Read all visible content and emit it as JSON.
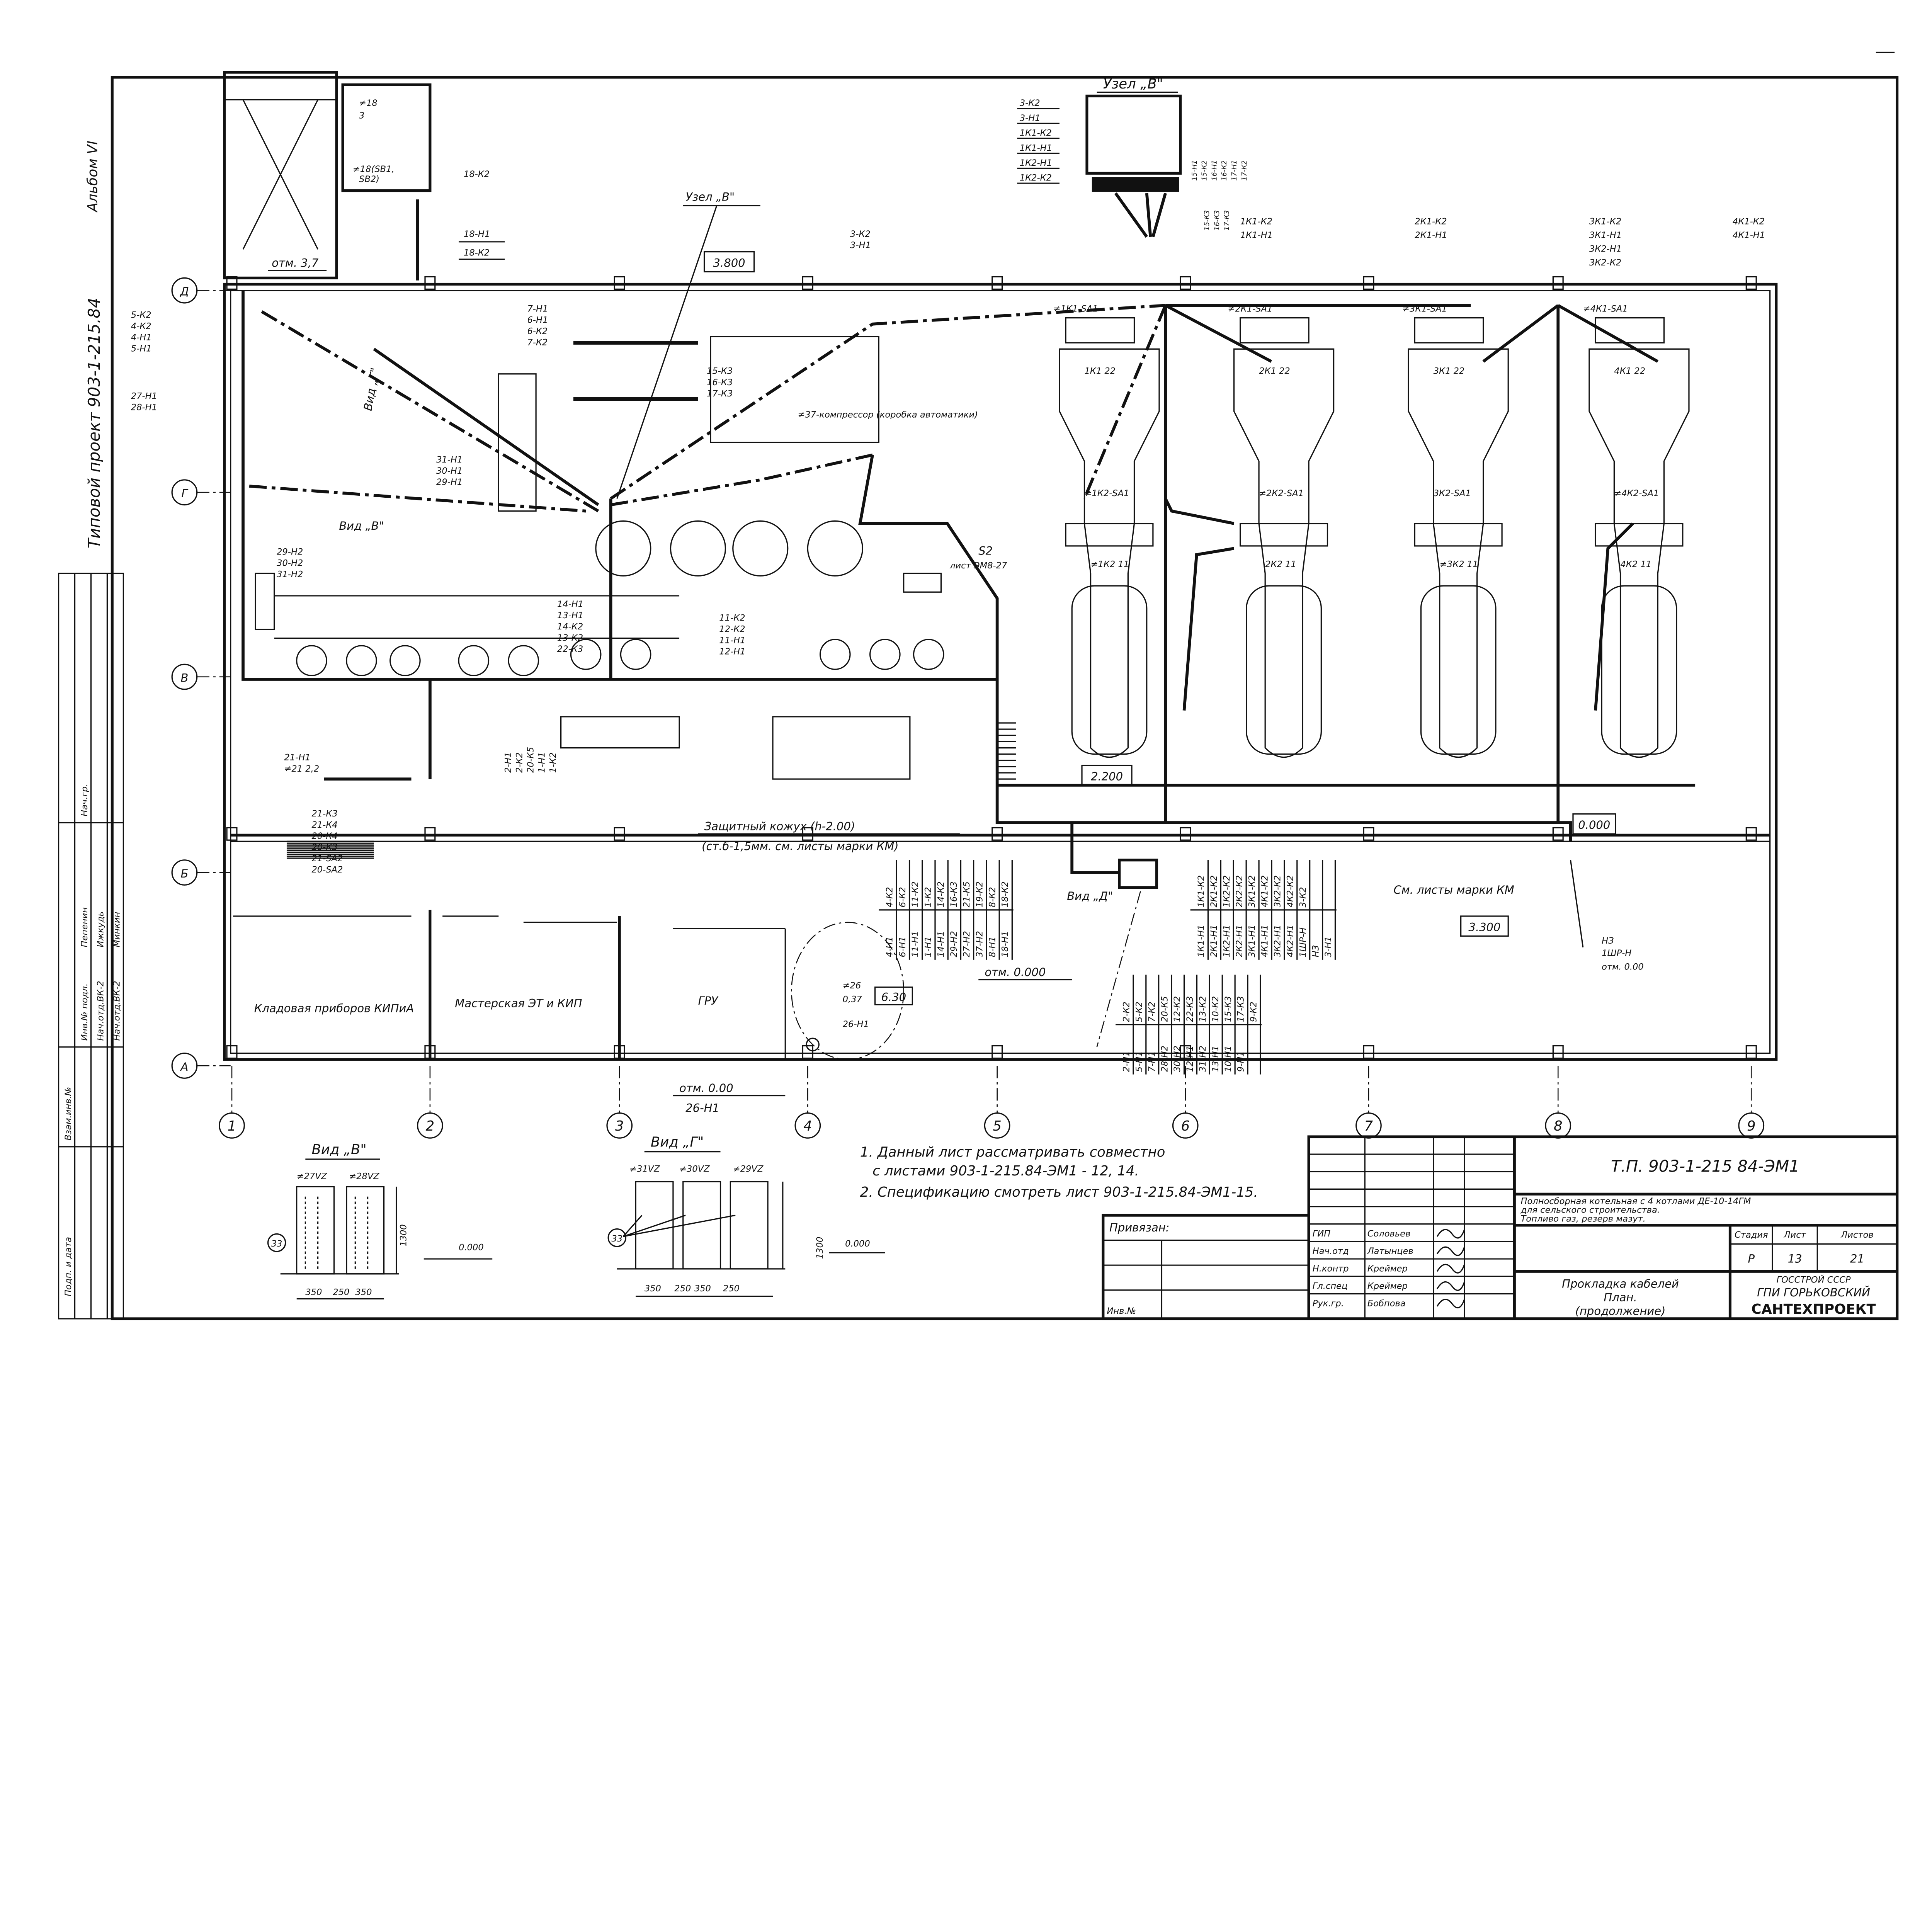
{
  "sheet": {
    "album": "Альбом VI",
    "project": "Типовой проект 903-1-215.84",
    "node_v_title": "Узел „В\"",
    "node_v_title_2": "Узел „В\"",
    "elevation_3700": "отм. 3,7",
    "elevation_3800": "3.800",
    "elevation_2200": "2.200",
    "elevation_0000_box": "0.000",
    "elevation_3300": "3.300",
    "elevation_630": "6.30",
    "elev_zero_1": "отм. 0.000",
    "elev_zero_2": "отм. 0.00",
    "elev_zero_3": "отм. 0.00",
    "protective_casing": "Защитный кожух (h-2.00)",
    "protective_casing_note": "(ст.б-1,5мм. см. листы марки КМ)",
    "see_km": "См. листы марки КМ",
    "view_d": "Вид „Д\"",
    "view_v_plan": "Вид „В\"",
    "view_g_plan": "Вид „Г\"",
    "s2_label": "S2",
    "s2_sheet": "лист ЭМ8-27",
    "compressor": "≠37-компрессор (коробка автоматики)",
    "nz": [
      "НЗ",
      "1ШР-Н",
      "отм. 0.00"
    ],
    "cable_26": [
      "≠26",
      "0,37",
      "26-Н1"
    ],
    "cable_26_bottom": "26-Н1"
  },
  "rooms": [
    {
      "name": "Кладовая приборов КИПиА"
    },
    {
      "name": "Мастерская ЭТ и КИП"
    },
    {
      "name": "ГРУ"
    }
  ],
  "axes": {
    "columns": [
      "1",
      "2",
      "3",
      "4",
      "5",
      "6",
      "7",
      "8",
      "9"
    ],
    "rows": [
      "Д",
      "Г",
      "В",
      "Б",
      "А"
    ]
  },
  "boilers": [
    {
      "id": "1К1",
      "sa_top": "≠1К1-SA1",
      "sa_bottom": "≠1К2-SA1",
      "motor_top": "1К1 22",
      "motor_bottom": "≠1К2 11",
      "cables": [
        "1К1-К2",
        "1К1-Н1"
      ]
    },
    {
      "id": "2К1",
      "sa_top": "≠2К1-SA1",
      "sa_bottom": "≠2К2-SA1",
      "motor_top": "2К1 22",
      "motor_bottom": "2К2 11",
      "cables": [
        "2К1-К2",
        "2К1-Н1"
      ]
    },
    {
      "id": "3К1",
      "sa_top": "≠3К1-SA1",
      "sa_bottom": "3К2-SA1",
      "motor_top": "3К1 22",
      "motor_bottom": "≠3К2 11",
      "cables": [
        "3К1-К2",
        "3К1-Н1",
        "3К2-Н1",
        "3К2-К2"
      ]
    },
    {
      "id": "4К1",
      "sa_top": "≠4К1-SA1",
      "sa_bottom": "≠4К2-SA1",
      "motor_top": "4К1 22",
      "motor_bottom": "4К2 11",
      "cables": [
        "4К1-К2",
        "4К1-Н1"
      ]
    }
  ],
  "cable_groups": {
    "top_left": [
      "5-К2",
      "4-К2",
      "4-Н1",
      "5-Н1"
    ],
    "d_group": [
      "7-Н1",
      "6-Н1",
      "6-К2",
      "7-К2"
    ],
    "g_left": [
      "27-Н1",
      "28-Н1"
    ],
    "row18": [
      "18-Н1",
      "18-К2"
    ],
    "node_v_left": [
      "3-К2",
      "3-Н1",
      "1К1-К2",
      "1К1-Н1",
      "1К2-Н1",
      "1К2-К2"
    ],
    "node_v_right": [
      "15-Н1",
      "15-К2",
      "16-Н1",
      "16-К2",
      "17-Н1",
      "17-К2"
    ],
    "node_v_k3": [
      "15-К3",
      "16-К3",
      "17-К3"
    ],
    "sa3": [
      "3-К2",
      "3-Н1"
    ],
    "k3_group": [
      "15-К3",
      "16-К3",
      "17-К3"
    ],
    "center_group": [
      "11-К2",
      "12-К2",
      "11-Н1",
      "12-Н1"
    ],
    "mid_group": [
      "14-Н1",
      "13-Н1",
      "14-К2",
      "13-К2",
      "22-К3"
    ],
    "left_mid": [
      "31-Н1",
      "30-Н1",
      "29-Н1"
    ],
    "h2_group": [
      "29-Н2",
      "30-Н2",
      "31-Н2"
    ],
    "b_row": [
      "2-Н1",
      "2-К2",
      "20-К5",
      "1-Н1",
      "1-К2"
    ],
    "bottom_left_1": [
      "21-Н1",
      "≠21 2,2"
    ],
    "bottom_left_2": [
      "21-К3",
      "21-К4",
      "20-К4",
      "20-К3",
      "21-SA2",
      "20-SA2"
    ]
  },
  "cable_table_upper": [
    [
      "4-К2",
      "4-Н1"
    ],
    [
      "6-К2",
      "6-Н1"
    ],
    [
      "11-К2",
      "11-Н1"
    ],
    [
      "1-К2",
      "1-Н1"
    ],
    [
      "14-К2",
      "14-Н1"
    ],
    [
      "16-К3",
      "29-Н2"
    ],
    [
      "21-К5",
      "27-Н2"
    ],
    [
      "19-К2",
      "37-Н2"
    ],
    [
      "8-К2",
      "8-Н1"
    ],
    [
      "18-К2",
      "18-Н1"
    ]
  ],
  "cable_table_right": [
    [
      "1К1-К2",
      "1К1-Н1"
    ],
    [
      "2К1-К2",
      "2К1-Н1"
    ],
    [
      "1К2-К2",
      "1К2-Н1"
    ],
    [
      "2К2-К2",
      "2К2-Н1"
    ],
    [
      "3К1-К2",
      "3К1-Н1"
    ],
    [
      "4К1-К2",
      "4К1-Н1"
    ],
    [
      "3К2-К2",
      "3К2-Н1"
    ],
    [
      "4К2-К2",
      "4К2-Н1"
    ],
    [
      "3-К2",
      "1ШР-Н"
    ],
    [
      "",
      "НЗ"
    ],
    [
      "",
      "3-Н1"
    ]
  ],
  "cable_table_lower": [
    [
      "2-К2",
      "2-Н1"
    ],
    [
      "5-К2",
      "5-Н1"
    ],
    [
      "7-К2",
      "7-Н1"
    ],
    [
      "20-К5",
      "28-Н2"
    ],
    [
      "12-К2",
      "30-Н2"
    ],
    [
      "22-К3",
      "12-Н1"
    ],
    [
      "13-К2",
      "31-Н2"
    ],
    [
      "10-К2",
      "13-Н1"
    ],
    [
      "15-К3",
      "10-Н1"
    ],
    [
      "17-К3",
      "9-Н1"
    ],
    [
      "9-К2",
      ""
    ]
  ],
  "view_v": {
    "title": "Вид „В\"",
    "marks": [
      "≠27VZ",
      "≠28VZ"
    ],
    "callout": "33",
    "height": "1300",
    "level": "0.000",
    "dims": [
      "350",
      "250",
      "350"
    ]
  },
  "view_g": {
    "title": "Вид „Г\"",
    "marks": [
      "≠31VZ",
      "≠30VZ",
      "≠29VZ"
    ],
    "callout": "33",
    "height": "1300",
    "level": "0.000",
    "dims": [
      "350",
      "250",
      "350",
      "250"
    ]
  },
  "notes": [
    "1. Данный лист рассматривать совместно",
    "с листами 903-1-215.84-ЭМ1 - 12, 14.",
    "2. Спецификацию смотреть лист 903-1-215.84-ЭМ1-15."
  ],
  "title_block": {
    "code": "Т.П. 903-1-215 84-ЭМ1",
    "description": [
      "Полносборная котельная с 4 котлами ДЕ-10-14ГМ",
      "для сельского строительства.",
      "Топливо газ, резерв мазут."
    ],
    "stage_label": "Стадия",
    "sheet_label": "Лист",
    "sheets_label": "Листов",
    "stage": "Р",
    "sheet": "13",
    "sheets": "21",
    "drawing_title": [
      "Прокладка кабелей",
      "План.",
      "(продолжение)"
    ],
    "org": [
      "ГОССТРОЙ СССР",
      "ГПИ ГОРЬКОВСКИЙ",
      "САНТЕХПРОЕКТ"
    ],
    "bound_label": "Привязан:",
    "inv_label": "Инв.№",
    "signatures": [
      {
        "role": "ГИП",
        "name": "Соловьев"
      },
      {
        "role": "Нач.отд",
        "name": "Латынцев"
      },
      {
        "role": "Н.контр",
        "name": "Креймер"
      },
      {
        "role": "Гл.спец",
        "name": "Креймер"
      },
      {
        "role": "Рук.гр.",
        "name": "Бобпова"
      }
    ]
  },
  "side_stamp": [
    "Взам.инв.№",
    "Подп. и дата",
    "Инв.№ подл.",
    "Нач.отд.ВК-2",
    "Нач.отд.ВК-2",
    "Нач.гр.",
    "Ижкудь",
    "Минкин",
    "Пепенин"
  ]
}
